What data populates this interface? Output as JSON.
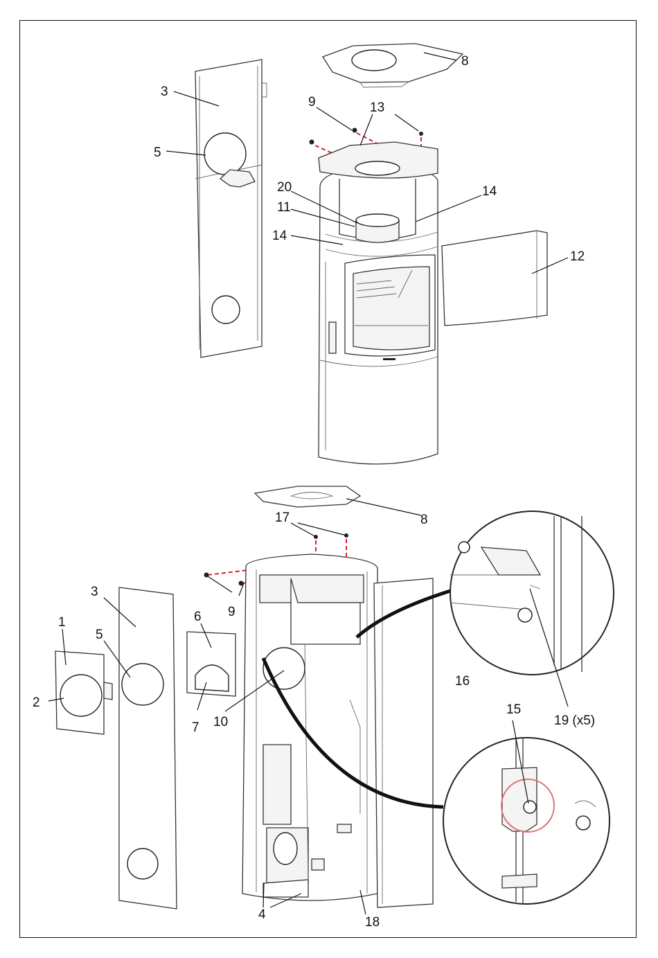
{
  "diagram": {
    "callouts": [
      {
        "id": "c-3-top",
        "text": "3"
      },
      {
        "id": "c-5-top",
        "text": "5"
      },
      {
        "id": "c-8-top",
        "text": "8"
      },
      {
        "id": "c-9-top",
        "text": "9"
      },
      {
        "id": "c-13",
        "text": "13"
      },
      {
        "id": "c-20",
        "text": "20"
      },
      {
        "id": "c-11",
        "text": "11"
      },
      {
        "id": "c-14-left",
        "text": "14"
      },
      {
        "id": "c-14-right",
        "text": "14"
      },
      {
        "id": "c-12",
        "text": "12"
      },
      {
        "id": "c-8-bottom",
        "text": "8"
      },
      {
        "id": "c-17",
        "text": "17"
      },
      {
        "id": "c-3-bottom",
        "text": "3"
      },
      {
        "id": "c-9-bottom",
        "text": "9"
      },
      {
        "id": "c-6",
        "text": "6"
      },
      {
        "id": "c-1",
        "text": "1"
      },
      {
        "id": "c-5-bottom",
        "text": "5"
      },
      {
        "id": "c-2",
        "text": "2"
      },
      {
        "id": "c-7",
        "text": "7"
      },
      {
        "id": "c-10",
        "text": "10"
      },
      {
        "id": "c-16",
        "text": "16"
      },
      {
        "id": "c-15",
        "text": "15"
      },
      {
        "id": "c-19",
        "text": "19 (x5)"
      },
      {
        "id": "c-4",
        "text": "4"
      },
      {
        "id": "c-18",
        "text": "18"
      }
    ]
  }
}
